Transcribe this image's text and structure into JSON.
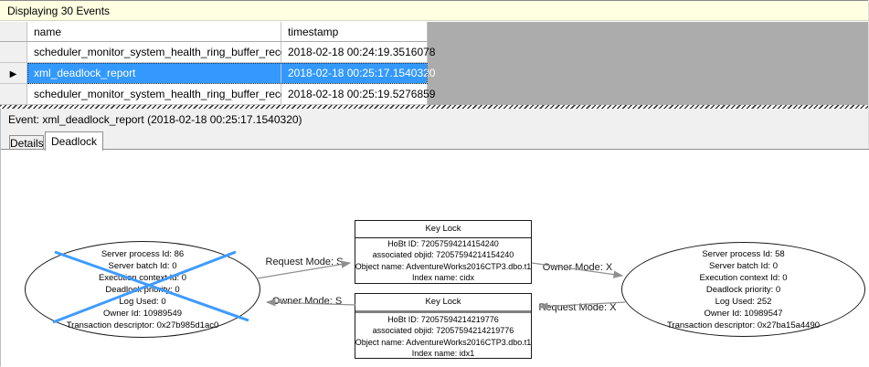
{
  "status_bar": {
    "text": "Displaying 30 Events"
  },
  "events_table": {
    "columns": [
      {
        "label": "name"
      },
      {
        "label": "timestamp"
      }
    ],
    "selector_icon": "▶",
    "rows": [
      {
        "name": "scheduler_monitor_system_health_ring_buffer_recorded",
        "timestamp": "2018-02-18 00:24:19.3516078",
        "selected": false
      },
      {
        "name": "xml_deadlock_report",
        "timestamp": "2018-02-18 00:25:17.1540320",
        "selected": true
      },
      {
        "name": "scheduler_monitor_system_health_ring_buffer_recorded",
        "timestamp": "2018-02-18 00:25:19.5276859",
        "selected": false
      }
    ]
  },
  "event_bar": {
    "text": "Event: xml_deadlock_report (2018-02-18 00:25:17.1540320)"
  },
  "tabs": [
    {
      "label": "Details",
      "active": false
    },
    {
      "label": "Deadlock",
      "active": true
    }
  ],
  "deadlock_graph": {
    "processes": [
      {
        "id": "server-process-86",
        "victim": true,
        "lines": [
          "Server process Id: 86",
          "Server batch Id: 0",
          "Execution context Id: 0",
          "Deadlock priority: 0",
          "Log Used: 0",
          "Owner Id: 10989549",
          "Transaction descriptor: 0x27b985d1ac0"
        ]
      },
      {
        "id": "server-process-58",
        "victim": false,
        "lines": [
          "Server process Id: 58",
          "Server batch Id: 0",
          "Execution context Id: 0",
          "Deadlock priority: 0",
          "Log Used: 252",
          "Owner Id: 10989547",
          "Transaction descriptor: 0x27ba15a4490"
        ]
      }
    ],
    "resources": [
      {
        "title": "Key Lock",
        "lines": [
          "HoBt ID: 72057594214154240",
          "associated objid: 72057594214154240",
          "Object name: AdventureWorks2016CTP3.dbo.t1",
          "Index name: cidx"
        ]
      },
      {
        "title": "Key Lock",
        "lines": [
          "HoBt ID: 72057594214219776",
          "associated objid: 72057594214219776",
          "Object name: AdventureWorks2016CTP3.dbo.t1",
          "Index name: idx1"
        ]
      }
    ],
    "edges": [
      {
        "label": "Request Mode: S"
      },
      {
        "label": "Owner Mode: S"
      },
      {
        "label": "Owner Mode: X"
      },
      {
        "label": "Request Mode: X"
      }
    ]
  },
  "colors": {
    "selection_blue": "#3399FF",
    "victim_cross_blue": "#3E9BFF",
    "status_bar_yellow": "#FFFFE1",
    "grid_filler_gray": "#ACACAC",
    "arrow_gray": "#8F8F8F"
  }
}
